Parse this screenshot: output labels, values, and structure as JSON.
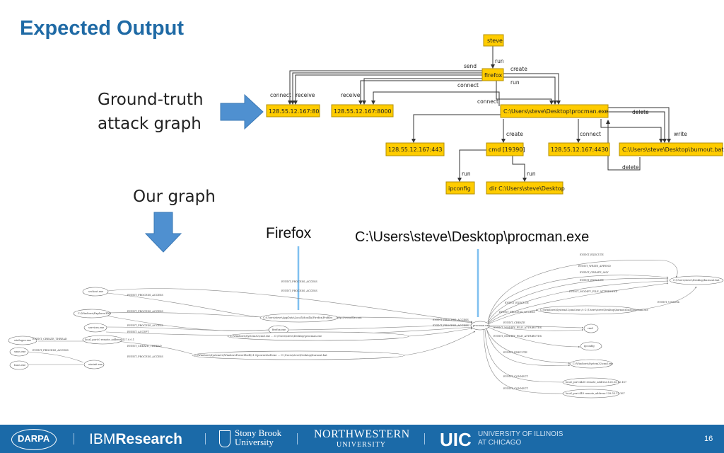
{
  "slide": {
    "title": "Expected Output",
    "ground_truth_label_line1": "Ground-truth",
    "ground_truth_label_line2": "attack graph",
    "our_graph_label": "Our graph",
    "firefox_label": "Firefox",
    "procman_label": "C:\\Users\\steve\\Desktop\\procman.exe",
    "page_number": "16"
  },
  "ground_truth_graph": {
    "nodes": {
      "steve": "steve",
      "firefox": "firefox",
      "ip80": "128.55.12.167:80",
      "ip8000": "128.55.12.167:8000",
      "procman": "C:\\Users\\steve\\Desktop\\procman.exe",
      "ip443": "128.55.12.167:443",
      "cmd": "cmd [19390]",
      "ip4430": "128.55.12.167:4430",
      "burnout": "C:\\Users\\steve\\Desktop\\burnout.bat",
      "ipconfig": "ipconfig",
      "dir": "dir C:\\Users\\steve\\Desktop"
    },
    "edge_labels": {
      "steve_run": "run",
      "send": "send",
      "create_top": "create",
      "connect_top": "connect",
      "run_procman": "run",
      "connect_80": "connect",
      "receive_80": "receive",
      "receive_8000": "receive",
      "connect_procman": "connect",
      "delete_top": "delete",
      "create_cmd": "create",
      "connect_4430": "connect",
      "write": "write",
      "delete_bottom": "delete",
      "run_ipconfig": "run",
      "run_dir": "run"
    }
  },
  "our_graph": {
    "left_nodes": [
      "svchost.exe",
      "C:\\Windows\\Explorer.EXE",
      "services.exe",
      "winlogon.exe",
      "smss.exe",
      "lsass.exe",
      "wininit.exe",
      "local_port:0 remote_address:127.0.0.1"
    ],
    "center_nodes": [
      "firefox.exe",
      "C:\\Users\\steve\\AppData\\Local\\Mozilla\\Firefox\\Profiles ... http://www.file.com",
      "C:\\Windows\\System32\\cmd.exe ... C:\\Users\\steve\\Desktop\\procman.exe",
      "C:\\Windows\\System32\\WindowsPowerShell\\v1.0\\powershell.exe ... C:\\Users\\steve\\Desktop\\burnout.bat"
    ],
    "hub_node": "procman.exe",
    "right_nodes": [
      "C:\\Users\\steve\\Desktop\\burnout.bat",
      "C:\\Windows\\System32\\cmd.exe /c C:\\Users\\steve\\Desktop\\burnout.bat procman.exe",
      "cmd",
      "ipconfig",
      "C:\\Windows\\System32\\cmd.exe",
      "local_port:4430 remote_address:128.55.12.167",
      "local_port:443 remote_address:128.55.12.167"
    ],
    "edge_labels": [
      "EVENT_EXECUTE",
      "EVENT_WRITE_APPEND",
      "EVENT_CREATE_ANY",
      "EVENT_EXECUTE",
      "EVENT_MODIFY_FILE_ATTRIBUTES",
      "EVENT_PROCESS_ACCESS",
      "EVENT_PROCESS_ACCESS",
      "EVENT_PROCESS_ACCESS",
      "EVENT_ACCEPT",
      "EVENT_CREATE_THREAD",
      "EVENT_EXECUTE",
      "EVENT_PROCESS_ACCESS",
      "EVENT_UNLINK",
      "EVENT_PROCESS_ACCESS",
      "EVENT_PROCESS_ACCESS",
      "EVENT_CREATE",
      "EVENT_MODIFY_FILE_ATTRIBUTES",
      "EVENT_MODIFY_FILE_ATTRIBUTES",
      "EVENT_EXECUTE",
      "EVENT_CONNECT",
      "EVENT_CONNECT",
      "EVENT_PROCESS_ACCESS",
      "EVENT_PROCESS_ACCESS",
      "EVENT_CREATE_THREAD",
      "EVENT_PROCESS_ACCESS",
      "EVENT_PROCESS_ACCESS"
    ]
  },
  "footer": {
    "logos": [
      "DARPA",
      "IBM Research",
      "Stony Brook University",
      "NORTHWESTERN UNIVERSITY",
      "UIC UNIVERSITY OF ILLINOIS AT CHICAGO"
    ],
    "darpa": "DARPA",
    "ibm": "IBM",
    "research": "Research",
    "stony1": "Stony Brook",
    "stony2": "University",
    "nw1": "NORTHWESTERN",
    "nw2": "UNIVERSITY",
    "uic": "UIC",
    "uic1": "UNIVERSITY OF ILLINOIS",
    "uic2": "AT CHICAGO"
  },
  "colors": {
    "title": "#1f6aa5",
    "node_fill": "#ffcc00",
    "arrow_fill": "#4f90d0",
    "footer_bg": "#1b6aa8",
    "pointer_line": "#7fc0f0"
  }
}
